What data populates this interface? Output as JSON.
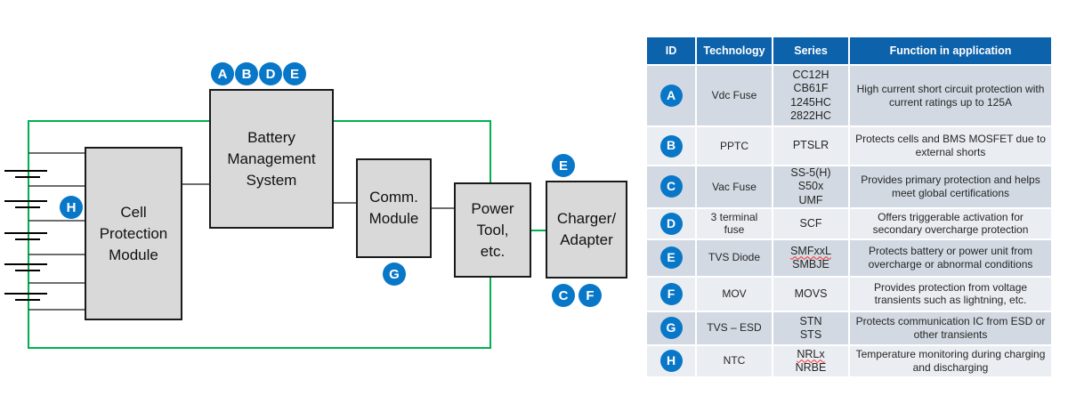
{
  "diagram": {
    "boxes": {
      "cell_protection": "Cell\nProtection\nModule",
      "bms": "Battery\nManagement\nSystem",
      "comm": "Comm.\nModule",
      "power_tool": "Power\nTool,\netc.",
      "charger": "Charger/\nAdapter"
    },
    "badges": {
      "bms_top": [
        "A",
        "B",
        "D",
        "E"
      ],
      "cell_protection_left": "H",
      "comm_below": "G",
      "charger_above": "E",
      "charger_below": [
        "C",
        "F"
      ]
    },
    "colors": {
      "wire_green": "#00B050",
      "badge_blue": "#0977C8",
      "box_fill": "#D9D9D9"
    }
  },
  "table": {
    "headers": [
      "ID",
      "Technology",
      "Series",
      "Function in application"
    ],
    "colors": {
      "header_bg": "#0D62AC",
      "band_dark": "#D2D9E2",
      "band_light": "#EAEDF2"
    },
    "rows": [
      {
        "id": "A",
        "technology": "Vdc Fuse",
        "series": [
          {
            "text": "CC12H"
          },
          {
            "text": "CB61F"
          },
          {
            "text": "1245HC"
          },
          {
            "text": "2822HC"
          }
        ],
        "function": "High current short circuit protection with current ratings up to 125A"
      },
      {
        "id": "B",
        "technology": "PPTC",
        "series": [
          {
            "text": "PTSLR"
          }
        ],
        "function": "Protects cells and BMS MOSFET due to external shorts"
      },
      {
        "id": "C",
        "technology": "Vac Fuse",
        "series": [
          {
            "text": "SS-5(H)"
          },
          {
            "text": "S50x"
          },
          {
            "text": "UMF"
          }
        ],
        "function": "Provides primary protection and helps meet global certifications"
      },
      {
        "id": "D",
        "technology": "3 terminal fuse",
        "series": [
          {
            "text": "SCF"
          }
        ],
        "function": "Offers triggerable activation for secondary overcharge protection"
      },
      {
        "id": "E",
        "technology": "TVS Diode",
        "series": [
          {
            "text": "SMFxxL",
            "squiggle": true
          },
          {
            "text": "SMBJE"
          }
        ],
        "function": "Protects battery or power unit from overcharge or abnormal conditions"
      },
      {
        "id": "F",
        "technology": "MOV",
        "series": [
          {
            "text": "MOVS"
          }
        ],
        "function": "Provides protection from voltage transients such as lightning, etc."
      },
      {
        "id": "G",
        "technology": "TVS – ESD",
        "series": [
          {
            "text": "STN"
          },
          {
            "text": "STS"
          }
        ],
        "function": "Protects communication IC from ESD or other transients"
      },
      {
        "id": "H",
        "technology": "NTC",
        "series": [
          {
            "text": "NRLx",
            "squiggle": true
          },
          {
            "text": "NRBE"
          }
        ],
        "function": "Temperature monitoring during charging and discharging"
      }
    ]
  }
}
